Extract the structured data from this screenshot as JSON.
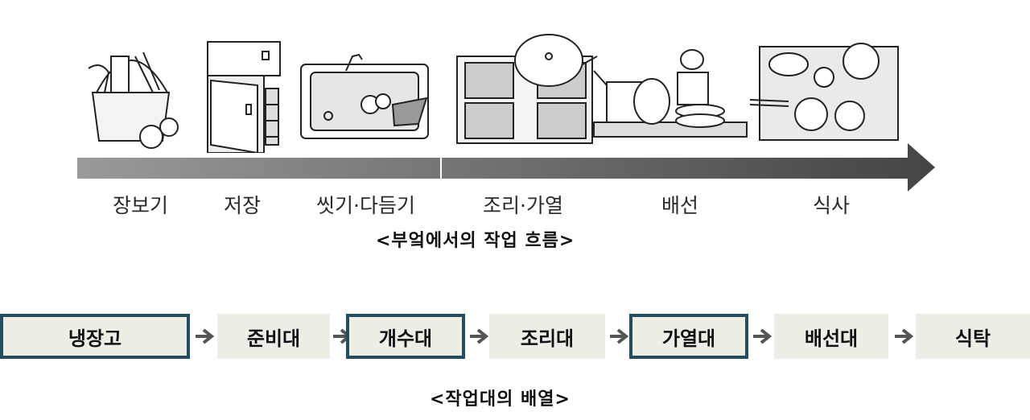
{
  "flow": {
    "steps": [
      "장보기",
      "저장",
      "씻기·다듬기",
      "조리·가열",
      "배선",
      "식사"
    ],
    "caption": "<부엌에서의 작업 흐름>"
  },
  "stations": {
    "items": [
      {
        "label": "냉장고",
        "highlighted": true
      },
      {
        "label": "준비대",
        "highlighted": false
      },
      {
        "label": "개수대",
        "highlighted": true
      },
      {
        "label": "조리대",
        "highlighted": false
      },
      {
        "label": "가열대",
        "highlighted": true
      },
      {
        "label": "배선대",
        "highlighted": false
      },
      {
        "label": "식탁",
        "highlighted": false
      }
    ],
    "caption": "<작업대의 배열>"
  },
  "colors": {
    "highlight_border": "#234e5f",
    "box_fill": "#efeee6",
    "arrow": "#555555"
  }
}
